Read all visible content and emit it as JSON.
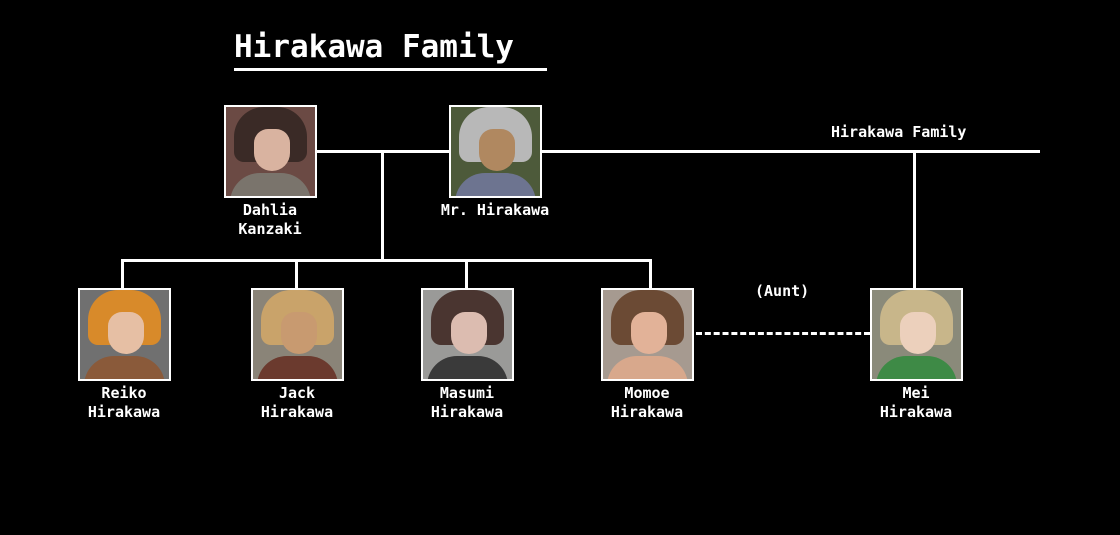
{
  "title": "Hirakawa Family",
  "branch_label": "Hirakawa Family",
  "relation_label": "(Aunt)",
  "parents": [
    {
      "first": "Dahlia",
      "last": "Kanzaki",
      "hair": "#3a2a26",
      "skin": "#d9b3a0",
      "cloth": "#7a746c",
      "bg": "#6b4a44"
    },
    {
      "first": "Mr. Hirakawa",
      "last": "",
      "hair": "#b8b8b8",
      "skin": "#b08860",
      "cloth": "#6d7490",
      "bg": "#4d5a3a"
    }
  ],
  "children": [
    {
      "first": "Reiko",
      "last": "Hirakawa",
      "hair": "#d88a2a",
      "skin": "#e6bfa4",
      "cloth": "#8a5a3a",
      "bg": "#707070"
    },
    {
      "first": "Jack",
      "last": "Hirakawa",
      "hair": "#c9a36a",
      "skin": "#c89a70",
      "cloth": "#6b3a2e",
      "bg": "#8a8478"
    },
    {
      "first": "Masumi",
      "last": "Hirakawa",
      "hair": "#4a3530",
      "skin": "#dcbcb0",
      "cloth": "#3a3a3a",
      "bg": "#9a9a98"
    },
    {
      "first": "Momoe",
      "last": "Hirakawa",
      "hair": "#6b4a34",
      "skin": "#e2b298",
      "cloth": "#d8a88c",
      "bg": "#a69a90"
    }
  ],
  "relative": {
    "first": "Mei",
    "last": "Hirakawa",
    "hair": "#c8b68a",
    "skin": "#ecd0bc",
    "cloth": "#3e8a46",
    "bg": "#8a8a7a"
  }
}
